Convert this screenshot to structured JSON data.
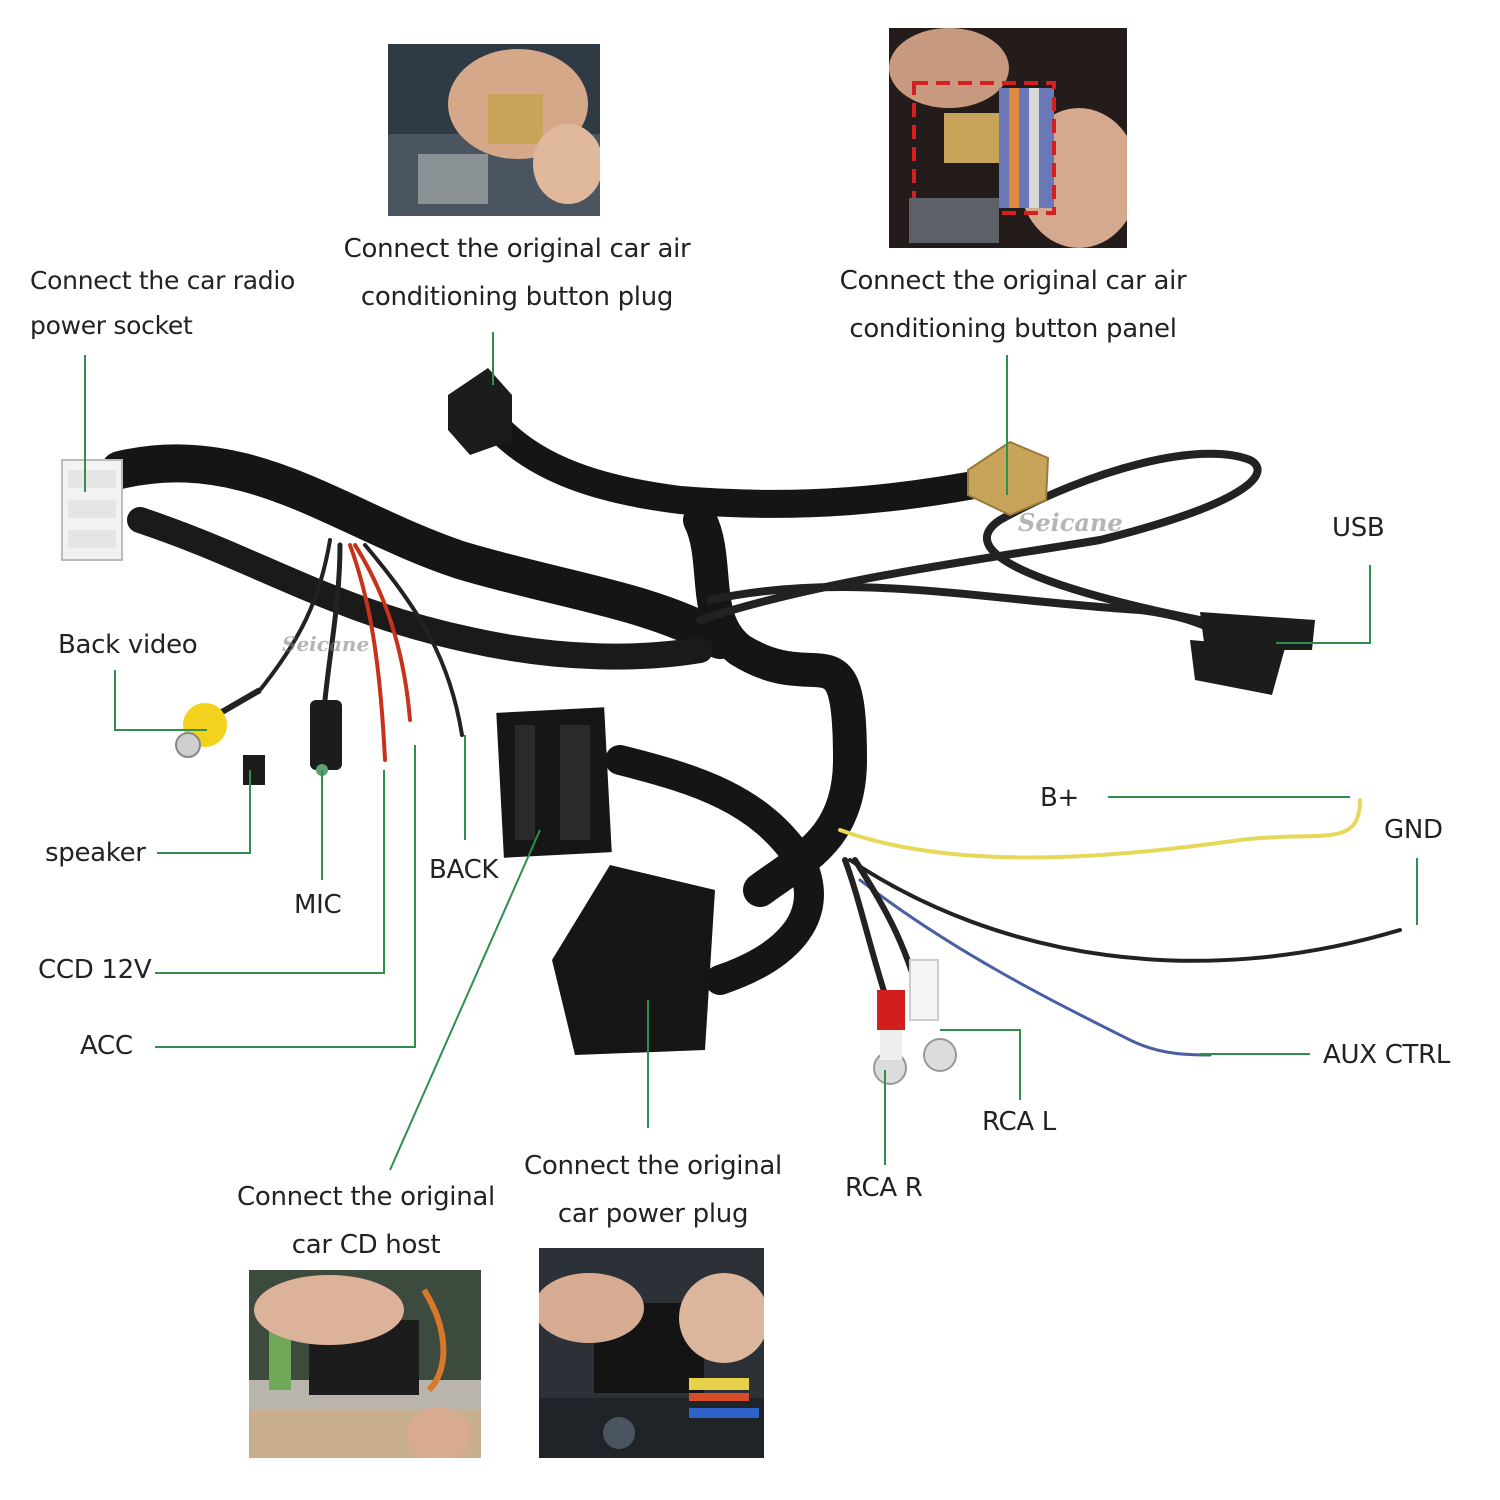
{
  "colors": {
    "leader_line": "#2f8f4f",
    "cable": "#151515",
    "connector_tan": "#c8a35a",
    "rca_yellow": "#f2d21c",
    "rca_red": "#d11e1e",
    "wire_red": "#c8321c",
    "wire_yellow": "#e8d85a",
    "wire_blue": "#4a5fa0"
  },
  "watermark": "Seicane",
  "photos": {
    "top_left": {
      "name": "air-conditioning-plug-photo"
    },
    "top_right": {
      "name": "air-conditioning-panel-photo"
    },
    "bottom_left": {
      "name": "cd-host-photo"
    },
    "bottom_right": {
      "name": "power-plug-photo"
    }
  },
  "labels": {
    "radio_power_socket": [
      "Connect the car radio",
      "power socket"
    ],
    "ac_button_plug": [
      "Connect the original car air",
      "conditioning button plug"
    ],
    "ac_button_panel": [
      "Connect the original car air",
      "conditioning button panel"
    ],
    "usb": "USB",
    "back_video": "Back video",
    "speaker": "speaker",
    "mic": "MIC",
    "back": "BACK",
    "ccd_12v": "CCD 12V",
    "acc": "ACC",
    "b_plus": "B+",
    "gnd": "GND",
    "aux_ctrl": "AUX CTRL",
    "rca_l": "RCA L",
    "rca_r": "RCA R",
    "cd_host": [
      "Connect the original",
      "car CD host"
    ],
    "power_plug": [
      "Connect the original",
      "car power plug"
    ]
  }
}
